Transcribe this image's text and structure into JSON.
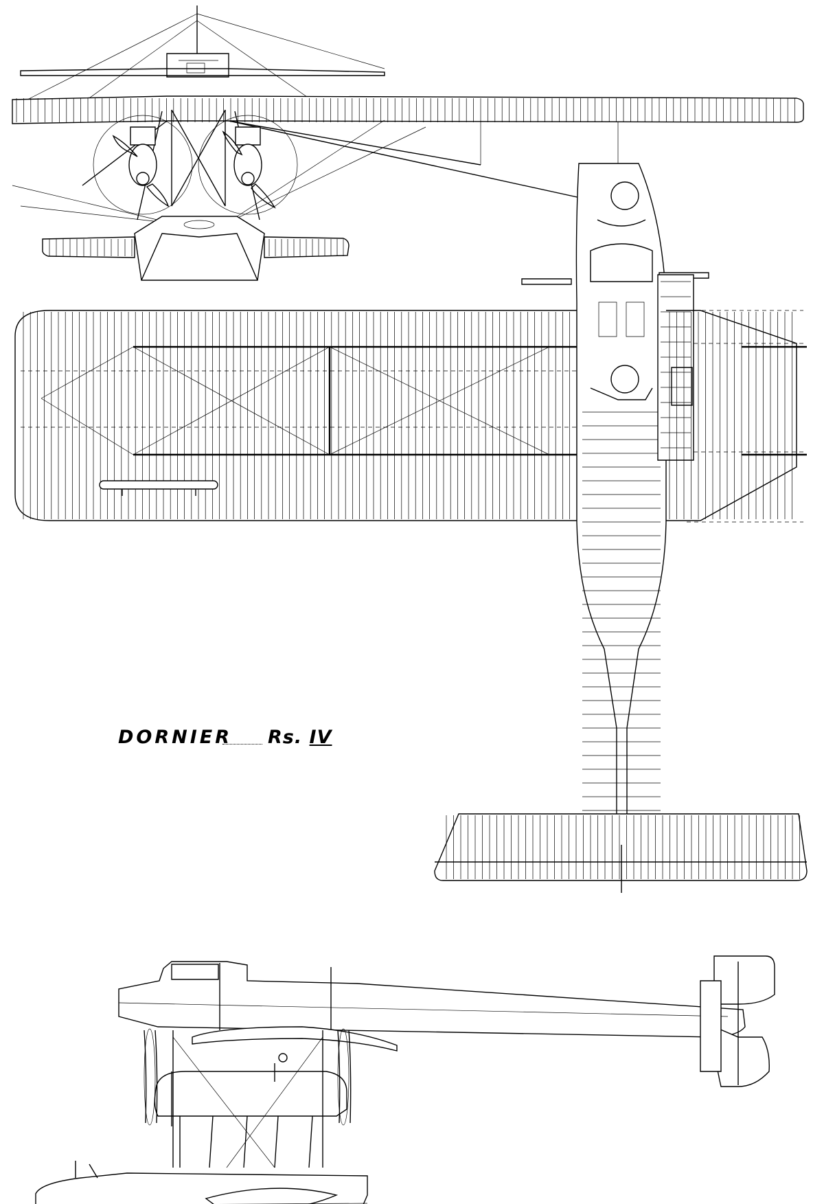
{
  "drawing": {
    "title": "DORNIER",
    "designation_prefix": "Rs.",
    "designation_numeral": "IV",
    "views": [
      "front-view",
      "plan-view",
      "side-view"
    ],
    "line_color": "#000000",
    "background_color": "#ffffff"
  }
}
